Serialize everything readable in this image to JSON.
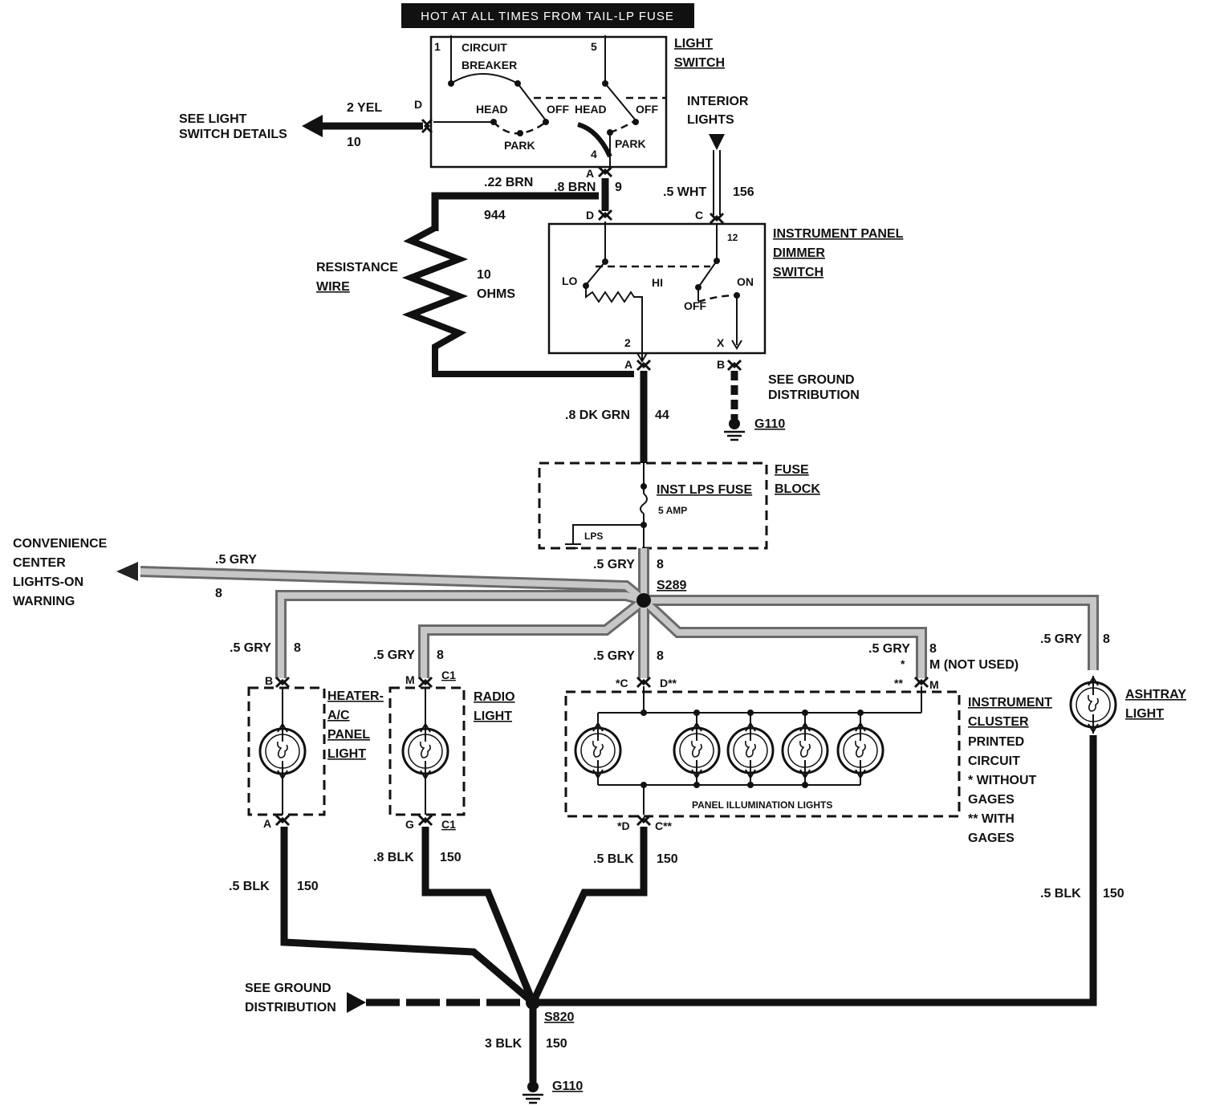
{
  "banner": "HOT AT ALL TIMES FROM TAIL-LP FUSE",
  "light_switch": {
    "title_1": "LIGHT",
    "title_2": "SWITCH",
    "breaker_1": "CIRCUIT",
    "breaker_2": "BREAKER",
    "pin_1": "1",
    "pin_5": "5",
    "pin_d": "D",
    "pin_4": "4",
    "pin_a": "A",
    "head_left": "HEAD",
    "off_left": "OFF",
    "park_left": "PARK",
    "head_right": "HEAD",
    "off_right": "OFF",
    "park_right": "PARK"
  },
  "see_light_switch": {
    "line1": "SEE LIGHT",
    "line2": "SWITCH DETAILS",
    "wire": "2 YEL",
    "circuit": "10"
  },
  "interior_lights": {
    "line1": "INTERIOR",
    "line2": "LIGHTS",
    "wire": ".5 WHT",
    "circuit": "156",
    "pin_c": "C",
    "pin_12": "12"
  },
  "brown_wires": {
    "wire_22": ".22 BRN",
    "circuit_944": "944",
    "wire_8": ".8 BRN",
    "circuit_9": "9",
    "pin_d": "D"
  },
  "resistance": {
    "label_1": "RESISTANCE",
    "label_2": "WIRE",
    "value_1": "10",
    "value_2": "OHMS"
  },
  "dimmer": {
    "title_1": "INSTRUMENT PANEL",
    "title_2": "DIMMER",
    "title_3": "SWITCH",
    "lo": "LO",
    "hi": "HI",
    "off": "OFF",
    "on": "ON",
    "pin_2": "2",
    "pin_x": "X",
    "pin_a": "A",
    "pin_b": "B"
  },
  "ground_top": {
    "line1": "SEE GROUND",
    "line2": "DISTRIBUTION",
    "ground": "G110"
  },
  "green_wire": {
    "wire": ".8 DK GRN",
    "circuit": "44"
  },
  "fuse_block": {
    "title_1": "FUSE",
    "title_2": "BLOCK",
    "fuse_name": "INST LPS FUSE",
    "fuse_rating": "5 AMP",
    "lps": "LPS"
  },
  "convenience": {
    "line1": "CONVENIENCE",
    "line2": "CENTER",
    "line3": "LIGHTS-ON",
    "line4": "WARNING",
    "wire": ".5 GRY",
    "circuit": "8"
  },
  "splice_top": {
    "wire": ".5 GRY",
    "circuit": "8",
    "name": "S289"
  },
  "heater": {
    "wire": ".5 GRY",
    "circuit": "8",
    "pin_b": "B",
    "pin_a": "A",
    "title_1": "HEATER-",
    "title_2": "A/C",
    "title_3": "PANEL",
    "title_4": "LIGHT",
    "gnd_wire": ".5 BLK",
    "gnd_circuit": "150"
  },
  "radio": {
    "wire": ".5 GRY",
    "circuit": "8",
    "pin_m": "M",
    "conn_top": "C1",
    "pin_g": "G",
    "conn_bot": "C1",
    "title_1": "RADIO",
    "title_2": "LIGHT",
    "gnd_wire": ".8 BLK",
    "gnd_circuit": "150"
  },
  "cluster": {
    "wire": ".5 GRY",
    "circuit": "8",
    "pin_top_c": "*C",
    "pin_top_d": "D**",
    "wire_right": ".5 GRY",
    "circuit_right": "8",
    "not_used": "M (NOT USED)",
    "star": "*",
    "dstar": "**",
    "pin_m": "M",
    "title_1": "INSTRUMENT",
    "title_2": "CLUSTER",
    "title_3": "PRINTED",
    "title_4": "CIRCUIT",
    "title_5": "* WITHOUT",
    "title_6": "GAGES",
    "title_7": "** WITH",
    "title_8": "GAGES",
    "panel_lights": "PANEL ILLUMINATION LIGHTS",
    "pin_bot_d": "*D",
    "pin_bot_c": "C**",
    "gnd_wire": ".5 BLK",
    "gnd_circuit": "150"
  },
  "ashtray": {
    "wire": ".5 GRY",
    "circuit": "8",
    "title_1": "ASHTRAY",
    "title_2": "LIGHT",
    "gnd_wire": ".5 BLK",
    "gnd_circuit": "150"
  },
  "ground_bottom": {
    "line1": "SEE GROUND",
    "line2": "DISTRIBUTION",
    "splice": "S820",
    "wire": "3 BLK",
    "circuit": "150",
    "ground": "G110"
  }
}
